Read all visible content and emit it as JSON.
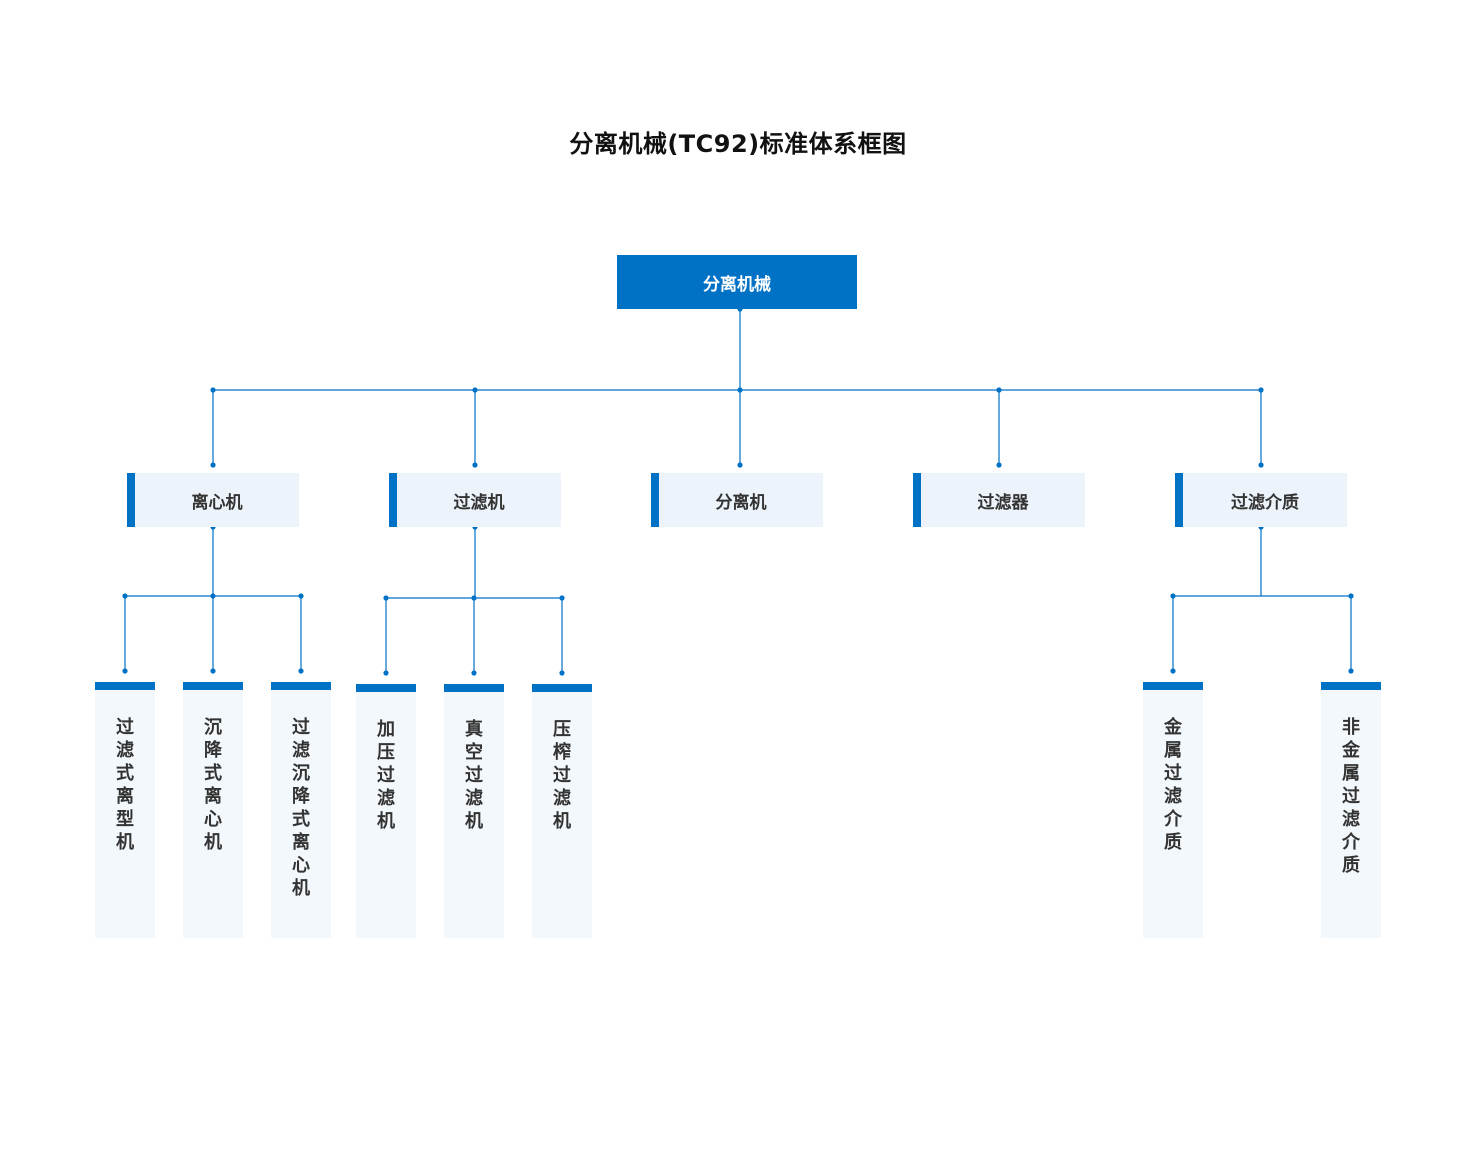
{
  "title": "分离机械(TC92)标准体系框图",
  "colors": {
    "accent": "#0072c6",
    "box_fill": "#ecf3fa",
    "leaf_fill": "#f3f8fc",
    "text": "#333333"
  },
  "root": {
    "label": "分离机械"
  },
  "level1": [
    {
      "label": "离心机",
      "children": [
        {
          "label": "过滤式离型机"
        },
        {
          "label": "沉降式离心机"
        },
        {
          "label": "过滤沉降式离心机"
        }
      ]
    },
    {
      "label": "过滤机",
      "children": [
        {
          "label": "加压过滤机"
        },
        {
          "label": "真空过滤机"
        },
        {
          "label": "压榨过滤机"
        }
      ]
    },
    {
      "label": "分离机",
      "children": []
    },
    {
      "label": "过滤器",
      "children": []
    },
    {
      "label": "过滤介质",
      "children": [
        {
          "label": "金属过滤介质"
        },
        {
          "label": "非金属过滤介质"
        }
      ]
    }
  ]
}
